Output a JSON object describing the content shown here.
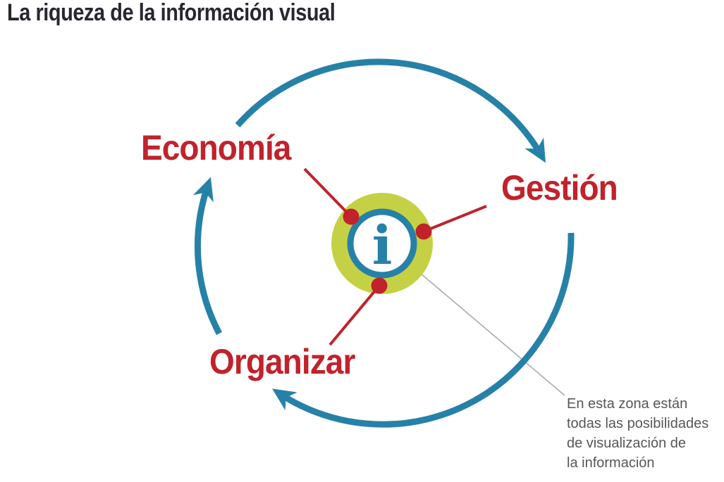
{
  "title": "La riqueza de la información visual",
  "diagram": {
    "center": {
      "symbol": "i",
      "icon": "info-icon"
    },
    "nodes": [
      {
        "label": "Economía"
      },
      {
        "label": "Gestión"
      },
      {
        "label": "Organizar"
      }
    ],
    "annotation": {
      "lines": [
        "En esta zona están",
        "todas las posibilidades",
        "de visualización de",
        "la información"
      ]
    }
  },
  "colors": {
    "title_dark": "#2a2630",
    "label_red": "#c1222b",
    "cycle_blue": "#2681a8",
    "zone_green": "#c5d145",
    "center_fill": "#ffffff",
    "annotation_gray": "#57575b",
    "connector_gray": "#aaabad"
  }
}
